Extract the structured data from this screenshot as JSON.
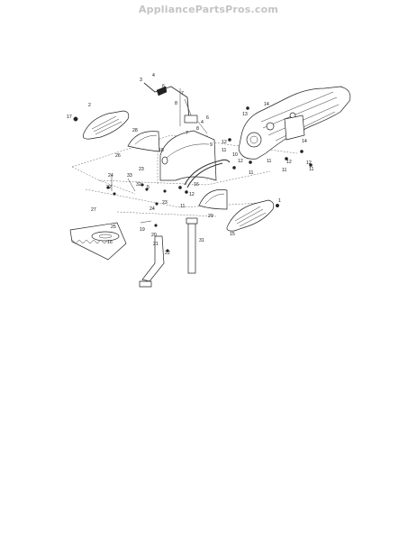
{
  "header": {
    "watermark": "AppliancePartsPros.com"
  },
  "diagram": {
    "callouts": {
      "c1": "1",
      "c2": "2",
      "c3": "3",
      "c4": "4",
      "c5": "5",
      "c6": "6",
      "c7": "7",
      "c8": "8",
      "c9": "9",
      "c10": "10",
      "c11": "11",
      "c12": "12",
      "c13": "13",
      "c14": "14",
      "c15": "15",
      "c16": "16",
      "c17": "17",
      "c18": "18",
      "c19": "19",
      "c20": "20",
      "c21": "21",
      "c22": "22",
      "c23": "23",
      "c24": "24",
      "c25": "25",
      "c26": "26",
      "c27": "27",
      "c28": "28",
      "c29": "29",
      "c31": "31",
      "c32": "32",
      "c33": "33"
    }
  }
}
